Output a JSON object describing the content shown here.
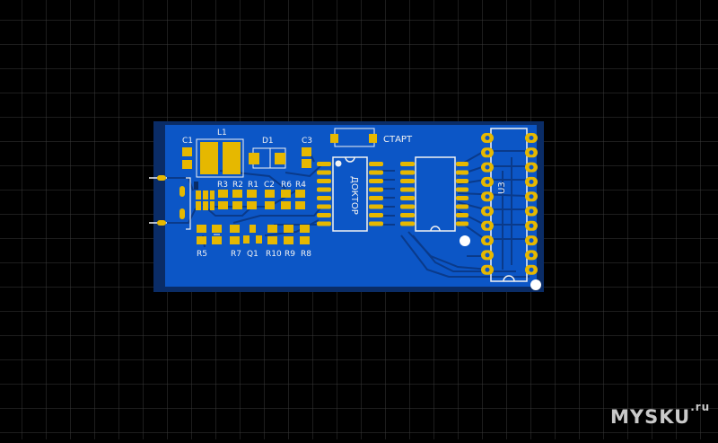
{
  "colors": {
    "background": "#000000",
    "grid": "#3a3a3a",
    "board": "#0c56c6",
    "board_edge": "#0a2c66",
    "pad": "#e6b800",
    "silk": "#f2f2f2",
    "trace": "#0a3a8a"
  },
  "board": {
    "labels": {
      "c1": "C1",
      "l1": "L1",
      "d1": "D1",
      "c3": "C3",
      "start": "СТАРТ",
      "r3": "R3",
      "r2": "R2",
      "r1": "R1",
      "c2": "C2",
      "r6": "R6",
      "r4": "R4",
      "r5": "R5",
      "r7": "R7",
      "q1": "Q1",
      "r10": "R10",
      "r9": "R9",
      "r8": "R8",
      "ic_doktor": "ДОКТОР",
      "u3": "U3"
    }
  },
  "watermark": {
    "text": "MYSKU",
    "suffix": ".ru"
  }
}
